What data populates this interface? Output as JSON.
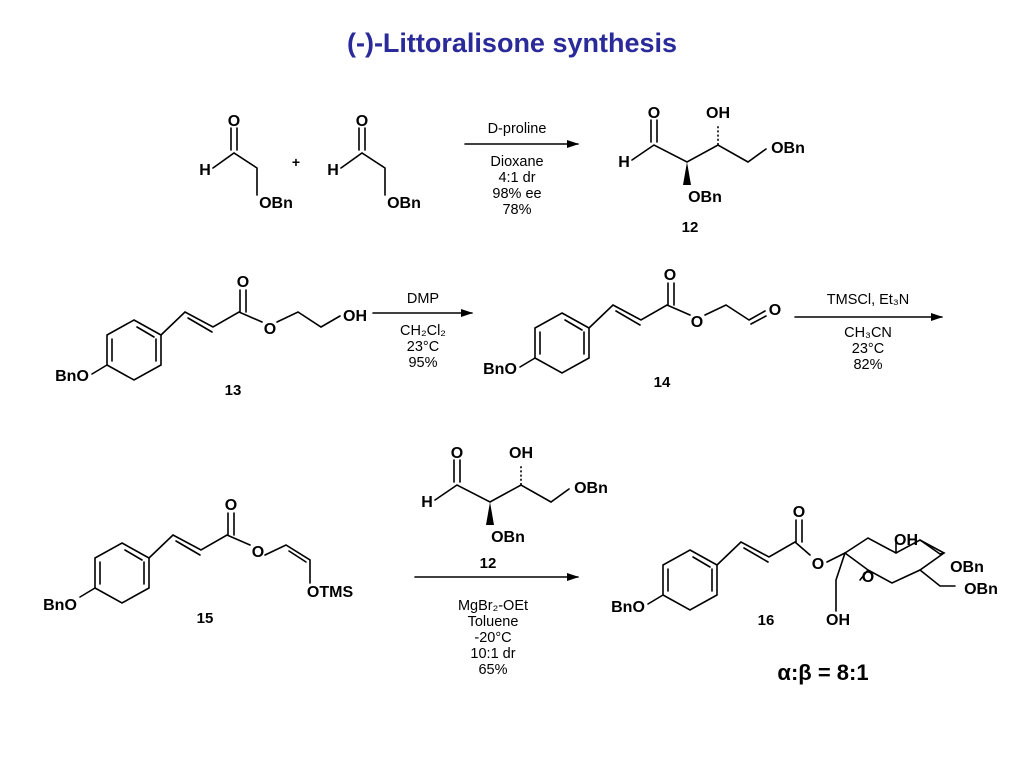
{
  "title": "(-)-Littoralisone synthesis",
  "accent_color": "#2a2a9a",
  "plus_sign": "+",
  "step1": {
    "reagent_above": "D-proline",
    "conditions": [
      "Dioxane",
      "4:1 dr",
      "98% ee",
      "78%"
    ]
  },
  "step2": {
    "reagent_above": "DMP",
    "conditions": [
      "CH₂Cl₂",
      "23°C",
      "95%"
    ]
  },
  "step3": {
    "reagent_above": "TMSCl, Et₃N",
    "conditions": [
      "CH₃CN",
      "23°C",
      "82%"
    ]
  },
  "step4": {
    "conditions": [
      "MgBr₂-OEt",
      "Toluene",
      "-20°C",
      "10:1 dr",
      "65%"
    ]
  },
  "compounds": {
    "c12": "12",
    "c13": "13",
    "c14": "14",
    "c15": "15",
    "c16": "16"
  },
  "atoms": {
    "O": "O",
    "H": "H",
    "OH": "OH",
    "OBn": "OBn",
    "BnO": "BnO",
    "OTMS": "OTMS"
  },
  "anomer_ratio": "α:β = 8:1"
}
